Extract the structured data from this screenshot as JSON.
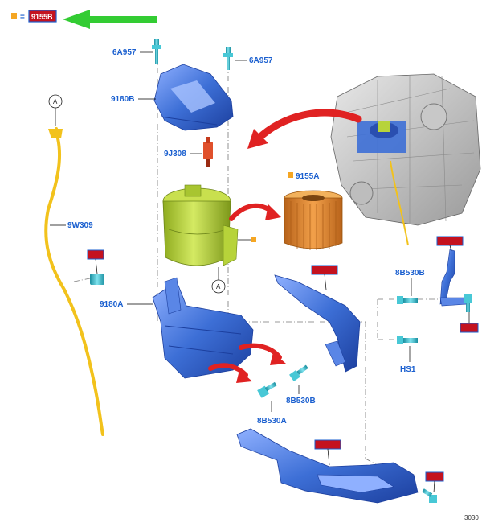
{
  "legend": {
    "equals": "=",
    "code": "9155B",
    "marker_color": "#f5a623"
  },
  "labels": {
    "p6A957_left": "6A957",
    "p6A957_right": "6A957",
    "p9180B": "9180B",
    "p9J308": "9J308",
    "p9155A": "9155A",
    "p9W309": "9W309",
    "p9180A": "9180A",
    "p8B530B_upper": "8B530B",
    "pHS1": "HS1",
    "p8B530B_lower": "8B530B",
    "p8B530A": "8B530A"
  },
  "callouts": {
    "top": "A",
    "bottom": "A"
  },
  "figure_number": "3030",
  "colors": {
    "part_blue": "#3d6fd6",
    "filter_green": "#b7d33a",
    "filter_orange": "#e8892b",
    "tube_yellow": "#f2c21c",
    "fastener_cyan": "#48c8d6",
    "arrow_red": "#e02222",
    "arrow_green": "#33cc33",
    "highlight": "#c4121f"
  }
}
